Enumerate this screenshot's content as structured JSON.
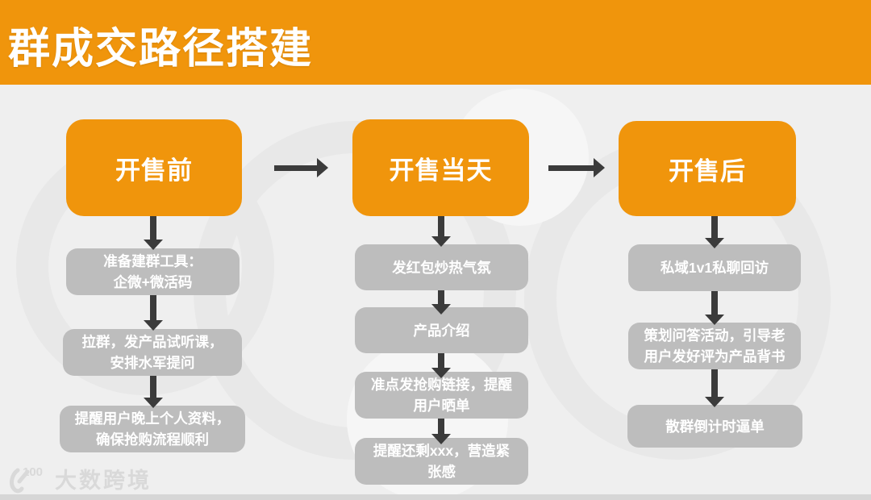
{
  "title": "群成交路径搭建",
  "columns": [
    {
      "header": "开售前",
      "steps": [
        {
          "lines": [
            "准备建群工具：",
            "企微+微活码"
          ]
        },
        {
          "lines": [
            "拉群，发产品试听课，",
            "安排水军提问"
          ]
        },
        {
          "lines": [
            "提醒用户晚上个人资料，",
            "确保抢购流程顺利"
          ]
        }
      ]
    },
    {
      "header": "开售当天",
      "steps": [
        {
          "lines": [
            "发红包炒热气氛"
          ]
        },
        {
          "lines": [
            "产品介绍"
          ]
        },
        {
          "lines": [
            "准点发抢购链接，提醒",
            "用户晒单"
          ]
        },
        {
          "lines": [
            "提醒还剩xxx，营造紧",
            "张感"
          ]
        }
      ]
    },
    {
      "header": "开售后",
      "steps": [
        {
          "lines": [
            "私域1v1私聊回访"
          ]
        },
        {
          "lines": [
            "策划问答活动，引导老",
            "用户发好评为产品背书"
          ]
        },
        {
          "lines": [
            "散群倒计时逼单"
          ]
        }
      ]
    }
  ],
  "logo": {
    "text": "大数跨境",
    "badge": "100"
  },
  "colors": {
    "accent_orange": "#F0950C",
    "step_gray": "#BDBDBD",
    "arrow_dark": "#3B3B3B",
    "background": "#EFEFEF"
  }
}
